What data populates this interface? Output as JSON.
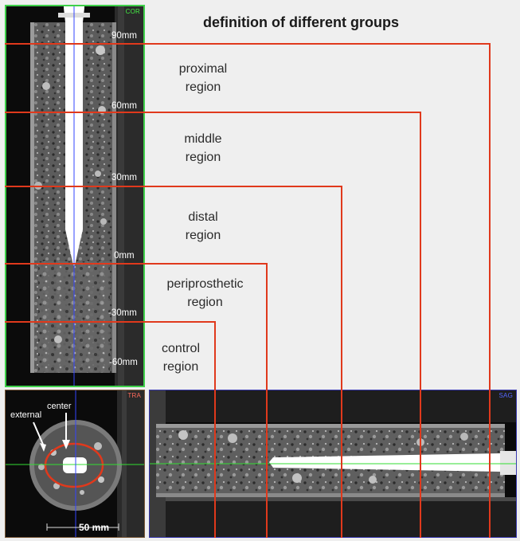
{
  "figure": {
    "title": "definition of different groups",
    "regions": [
      {
        "label": "proximal region"
      },
      {
        "label": "middle region"
      },
      {
        "label": "distal region"
      },
      {
        "label": "periprosthetic region"
      },
      {
        "label": "control region"
      }
    ],
    "levels": [
      "90mm",
      "60mm",
      "30mm",
      "0mm",
      "-30mm",
      "-60mm"
    ],
    "panels": {
      "coronal_tag": "COR",
      "transverse_tag": "TRA",
      "sagittal_tag": "SAG"
    },
    "annotations": {
      "external": "external",
      "center": "center"
    },
    "scale_bar": "50 mm",
    "colors": {
      "boundary_lines": "#e0391c",
      "coronal_border": "#3fd04a",
      "crosshair_green": "#33dd33",
      "crosshair_blue": "#3344ff",
      "background": "#efefef"
    }
  }
}
